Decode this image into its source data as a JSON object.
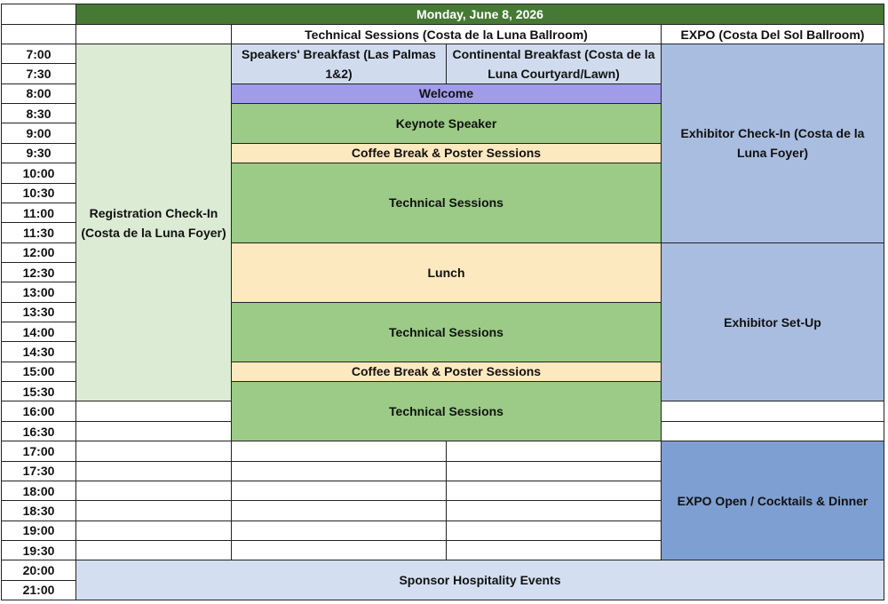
{
  "title": "Monday, June 8, 2026",
  "columns": {
    "technical": "Technical Sessions (Costa de la Luna Ballroom)",
    "expo": "EXPO (Costa Del Sol Ballroom)"
  },
  "times": [
    "7:00",
    "7:30",
    "8:00",
    "8:30",
    "9:00",
    "9:30",
    "10:00",
    "10:30",
    "11:00",
    "11:30",
    "12:00",
    "12:30",
    "13:00",
    "13:30",
    "14:00",
    "14:30",
    "15:00",
    "15:30",
    "16:00",
    "16:30",
    "17:00",
    "17:30",
    "18:00",
    "18:30",
    "19:00",
    "19:30",
    "20:00",
    "21:00"
  ],
  "events": {
    "registration": "Registration Check-In (Costa de la Luna Foyer)",
    "speakers_breakfast": "Speakers' Breakfast (Las Palmas 1&2)",
    "continental_breakfast": "Continental Breakfast (Costa de la Luna Courtyard/Lawn)",
    "welcome": "Welcome",
    "keynote": "Keynote Speaker",
    "coffee1": "Coffee Break & Poster Sessions",
    "tech1": "Technical Sessions",
    "lunch": "Lunch",
    "tech2": "Technical Sessions",
    "coffee2": "Coffee Break & Poster Sessions",
    "tech3": "Technical Sessions",
    "exhibitor_checkin": "Exhibitor Check-In (Costa de la Luna Foyer)",
    "exhibitor_setup": "Exhibitor Set-Up",
    "expo_open": "EXPO Open / Cocktails & Dinner",
    "sponsor": "Sponsor Hospitality Events"
  },
  "colors": {
    "header": "#467a34",
    "registration": "#dcebd4",
    "breakfast": "#d0dcee",
    "welcome": "#a09cea",
    "session": "#9bcb86",
    "break": "#fde9bf",
    "expo": "#a9bde0",
    "expo_open": "#7e9fd2",
    "sponsor": "#d3dff0"
  }
}
